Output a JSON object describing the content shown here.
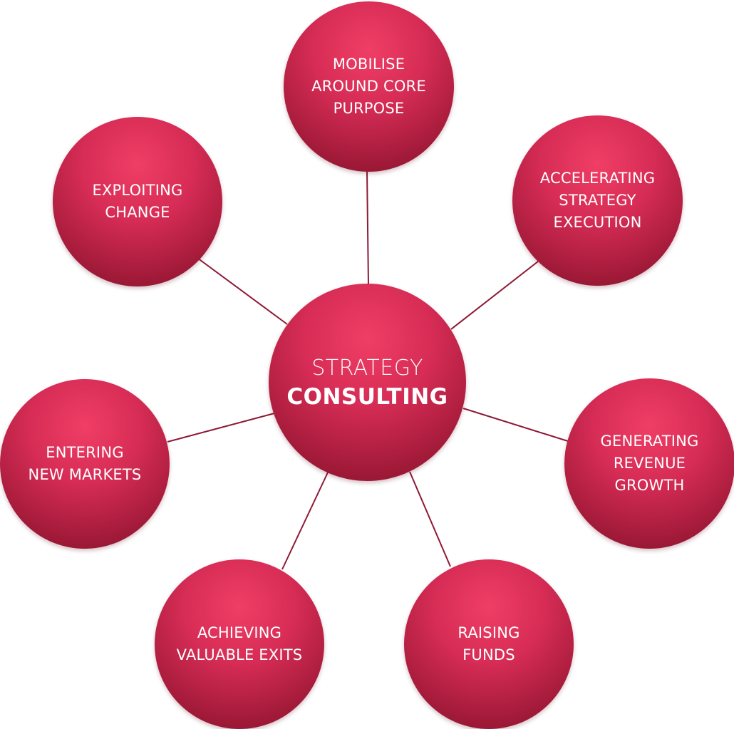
{
  "diagram": {
    "center": {
      "line1": "STRATEGY",
      "line2": "CONSULTING"
    },
    "nodes": [
      {
        "lines": [
          "MOBILISE",
          "AROUND CORE",
          "PURPOSE"
        ]
      },
      {
        "lines": [
          "ACCELERATING",
          "STRATEGY",
          "EXECUTION"
        ]
      },
      {
        "lines": [
          "GENERATING",
          "REVENUE",
          "GROWTH"
        ]
      },
      {
        "lines": [
          "RAISING",
          "FUNDS"
        ]
      },
      {
        "lines": [
          "ACHIEVING",
          "VALUABLE EXITS"
        ]
      },
      {
        "lines": [
          "ENTERING",
          "NEW MARKETS"
        ]
      },
      {
        "lines": [
          "EXPLOITING",
          "CHANGE"
        ]
      }
    ],
    "colors": {
      "node_light": "#f03e66",
      "node_dark": "#7e1228",
      "connector": "#8e1a35",
      "text": "#ffffff"
    }
  }
}
